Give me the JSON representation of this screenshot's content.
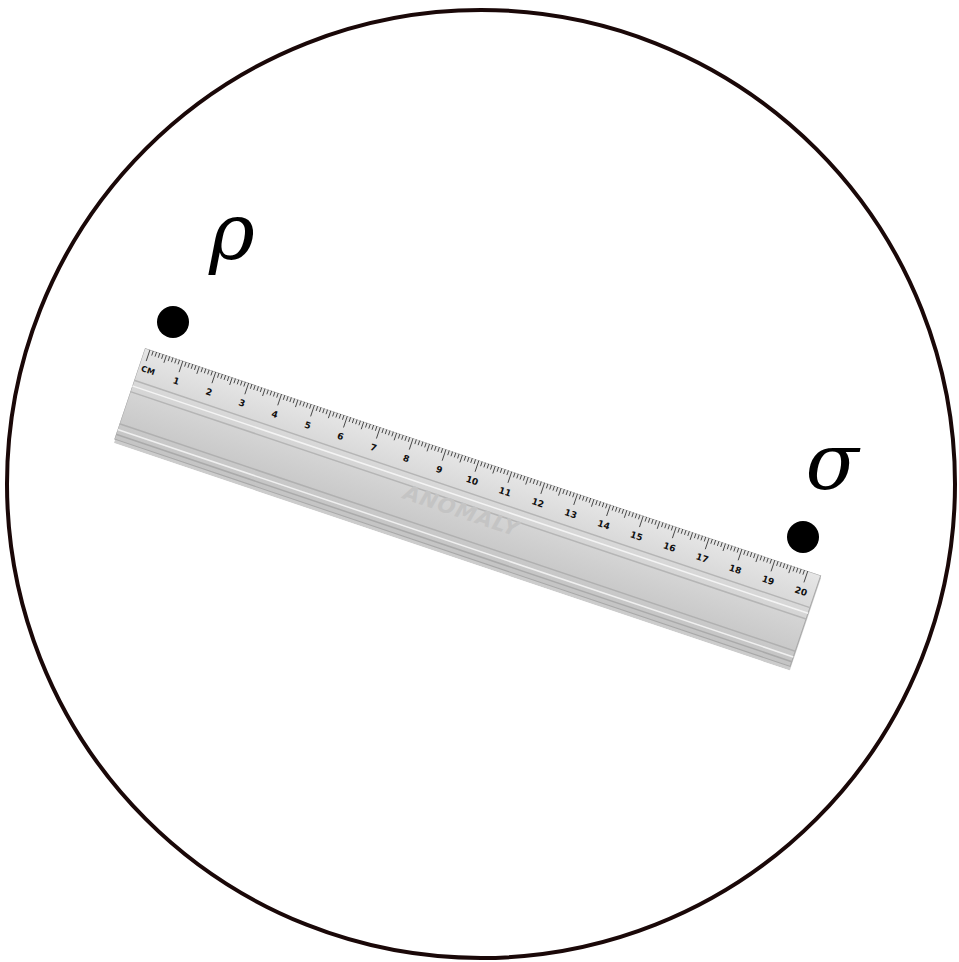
{
  "diagram": {
    "labels": [
      "ρ",
      "σ",
      "CM",
      "1",
      "2",
      "3",
      "4",
      "5",
      "6",
      "7",
      "8",
      "9",
      "10",
      "11",
      "12",
      "13",
      "14",
      "15",
      "16",
      "17",
      "18",
      "19",
      "20",
      "ANOMALY"
    ]
  }
}
